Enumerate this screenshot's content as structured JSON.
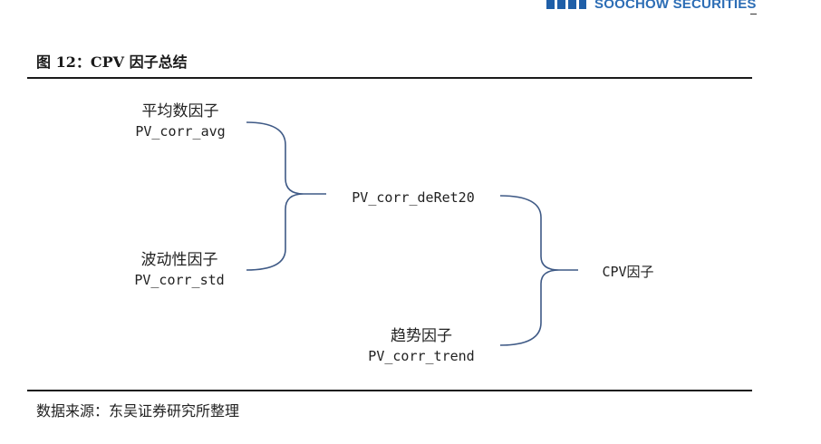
{
  "header": {
    "brand_text": "SOOCHOW SECURITIES",
    "brand_color": "#2c6db5"
  },
  "figure": {
    "title": "图 12：CPV 因子总结",
    "nodes": {
      "avg": {
        "zh": "平均数因子",
        "code": "PV_corr_avg"
      },
      "std": {
        "zh": "波动性因子",
        "code": "PV_corr_std"
      },
      "deret": {
        "code": "PV_corr_deRet20"
      },
      "trend": {
        "zh": "趋势因子",
        "code": "PV_corr_trend"
      },
      "cpv": {
        "code": "CPV因子"
      }
    },
    "connector_color": "#3f5a86"
  },
  "footer": {
    "source": "数据来源：东吴证券研究所整理"
  }
}
